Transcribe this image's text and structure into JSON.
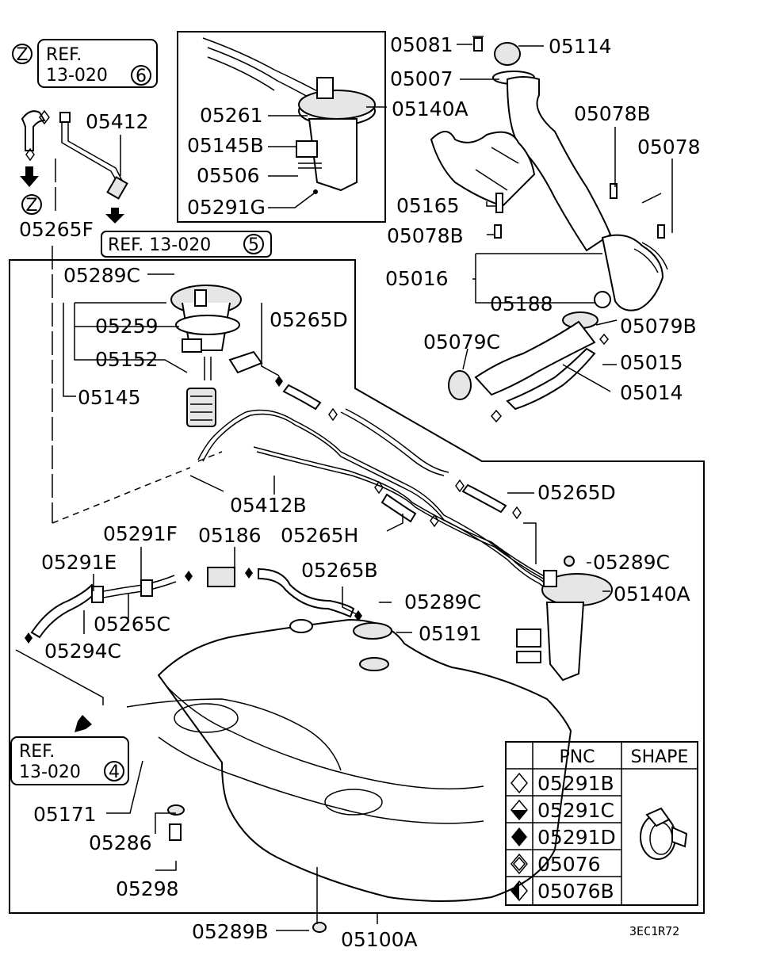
{
  "refs": {
    "z_top_circle": "Z",
    "z_top_text1": "REF.",
    "z_top_text2": "13-020",
    "z_top_num": "6",
    "z_mid_circle": "Z",
    "ref5_text": "REF. 13-020",
    "ref5_num": "5",
    "ref4_text1": "REF.",
    "ref4_text2": "13-020",
    "ref4_num": "4"
  },
  "labels": {
    "p05412": "05412",
    "p05265F": "05265F",
    "p05261": "05261",
    "p05145B": "05145B",
    "p05506": "05506",
    "p05291G": "05291G",
    "p05140A_top": "05140A",
    "p05081": "05081",
    "p05114": "05114",
    "p05007": "05007",
    "p05078B_a": "05078B",
    "p05078": "05078",
    "p05165": "05165",
    "p05078B_b": "05078B",
    "p05016": "05016",
    "p05188": "05188",
    "p05079B": "05079B",
    "p05079C": "05079C",
    "p05015": "05015",
    "p05014": "05014",
    "p05289C_top": "05289C",
    "p05259": "05259",
    "p05265D_top": "05265D",
    "p05152": "05152",
    "p05145": "05145",
    "p05412B": "05412B",
    "p05265D_mid": "05265D",
    "p05265H": "05265H",
    "p05291F": "05291F",
    "p05186": "05186",
    "p05291E": "05291E",
    "p05265B": "05265B",
    "p05289C_right": "05289C",
    "p05140A_bot": "05140A",
    "p05289C_mid": "05289C",
    "p05191": "05191",
    "p05265C": "05265C",
    "p05294C": "05294C",
    "p05171": "05171",
    "p05286": "05286",
    "p05298": "05298",
    "p05289B": "05289B",
    "p05100A": "05100A",
    "diagram_code": "3EC1R72"
  },
  "legend": {
    "header_pnc": "PNC",
    "header_shape": "SHAPE",
    "rows": [
      {
        "symbol": "diamond-outline",
        "pnc": "05291B"
      },
      {
        "symbol": "diamond-half",
        "pnc": "05291C"
      },
      {
        "symbol": "diamond-filled",
        "pnc": "05291D"
      },
      {
        "symbol": "diamond-double-outline",
        "pnc": "05076"
      },
      {
        "symbol": "diamond-double-half",
        "pnc": "05076B"
      }
    ]
  }
}
